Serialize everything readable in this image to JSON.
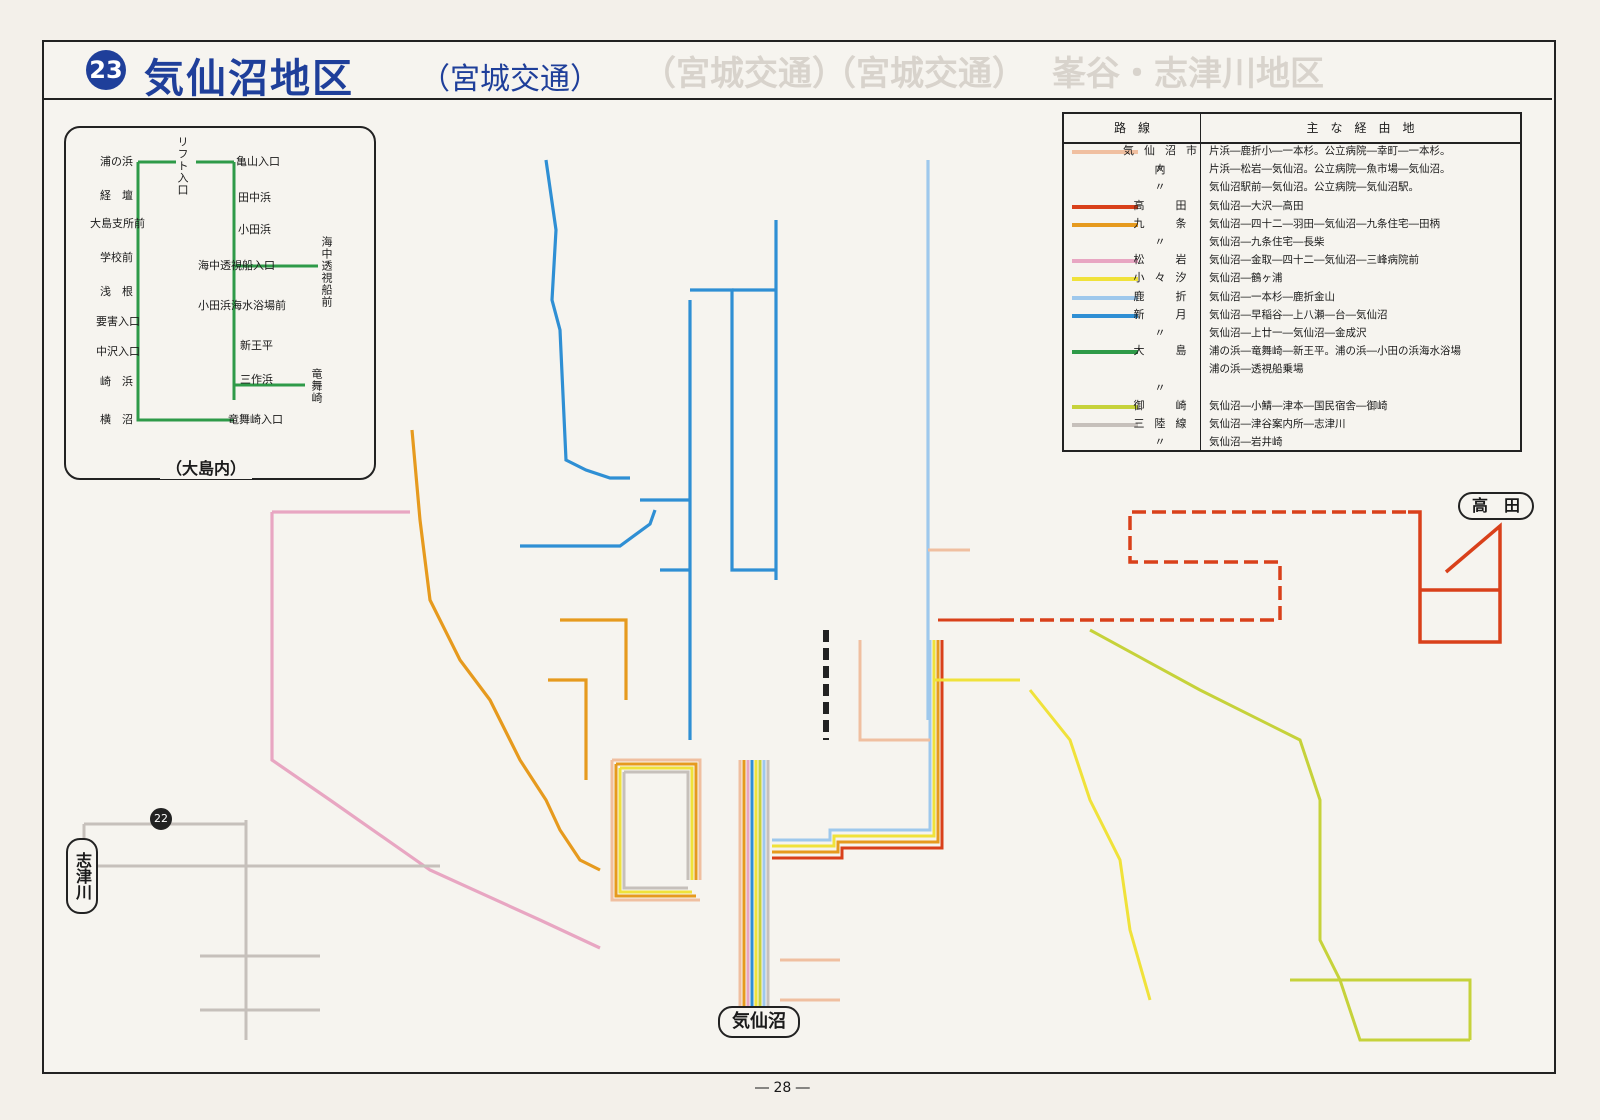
{
  "header": {
    "number": "23",
    "title": "気仙沼地区",
    "operator": "（宮城交通）",
    "mirror_text": [
      "（宮城交通）",
      "（宮城交通）",
      "峯谷・志津川地区"
    ]
  },
  "inset": {
    "caption": "（大島内）",
    "stops": [
      "浦の浜",
      "経　壇",
      "大島支所前",
      "学校前",
      "浅　根",
      "要害入口",
      "中沢入口",
      "崎　浜",
      "横　沼",
      "リフト入口",
      "亀山入口",
      "田中浜",
      "小田浜",
      "海中透視船入口",
      "小田浜海水浴場前",
      "新王平",
      "三作浜",
      "竜舞崎入口",
      "海中透視船前",
      "竜舞崎"
    ]
  },
  "legend": {
    "header_route": "路　線",
    "header_via": "主　な　経　由　地",
    "rows": [
      {
        "name": "気仙沼市内",
        "via": "片浜―鹿折小―一本杉。公立病院―幸町―一本杉。",
        "color": "#f0bfa0"
      },
      {
        "name": "〃",
        "via": "片浜―松岩―気仙沼。公立病院―魚市場―気仙沼。",
        "color": ""
      },
      {
        "name": "〃",
        "via": "気仙沼駅前―気仙沼。公立病院―気仙沼駅。",
        "color": ""
      },
      {
        "name": "高　田",
        "via": "気仙沼―大沢―高田",
        "color": "#d9401a"
      },
      {
        "name": "九　条",
        "via": "気仙沼―四十二―羽田―気仙沼―九条住宅―田柄",
        "color": "#e69a1e"
      },
      {
        "name": "〃",
        "via": "気仙沼―九条住宅―長柴",
        "color": ""
      },
      {
        "name": "松　岩",
        "via": "気仙沼―金取―四十二―気仙沼―三峰病院前",
        "color": "#e8a6c2"
      },
      {
        "name": "小々汐",
        "via": "気仙沼―鶴ヶ浦",
        "color": "#f0e23a"
      },
      {
        "name": "鹿　折",
        "via": "気仙沼―一本杉―鹿折金山",
        "color": "#9ec8ec"
      },
      {
        "name": "新　月",
        "via": "気仙沼―早稲谷―上八瀬―台―気仙沼",
        "color": "#2f8fd4"
      },
      {
        "name": "〃",
        "via": "気仙沼―上廿一―気仙沼―金成沢",
        "color": ""
      },
      {
        "name": "大　島",
        "via": "浦の浜―竜舞崎―新王平。浦の浜―小田の浜海水浴場",
        "color": "#2e9a48"
      },
      {
        "name": "",
        "via": "浦の浜―透視船乗場",
        "color": ""
      },
      {
        "name": "〃",
        "via": "",
        "color": ""
      },
      {
        "name": "御　崎",
        "via": "気仙沼―小鯖―津本―国民宿舎―御崎",
        "color": "#c6d23a"
      },
      {
        "name": "三陸線",
        "via": "気仙沼―津谷案内所―志津川",
        "color": "#c6c0bb"
      },
      {
        "name": "〃",
        "via": "気仙沼―岩井崎",
        "color": ""
      }
    ]
  },
  "places": {
    "kesennuma": "気仙沼",
    "takata": "高　田",
    "shizugawa": "志津川",
    "route_22": "22",
    "page": "― 28 ―"
  },
  "colors": {
    "navy": "#1f3f9a",
    "green": "#2e9a48",
    "blue": "#2f8fd4",
    "lightblue": "#9ec8ec",
    "orange": "#e69a1e",
    "red": "#d9401a",
    "pink": "#e8a6c2",
    "yellow": "#f0e23a",
    "olive": "#c6d23a",
    "gray": "#c6c0bb",
    "peach": "#f0bfa0"
  }
}
